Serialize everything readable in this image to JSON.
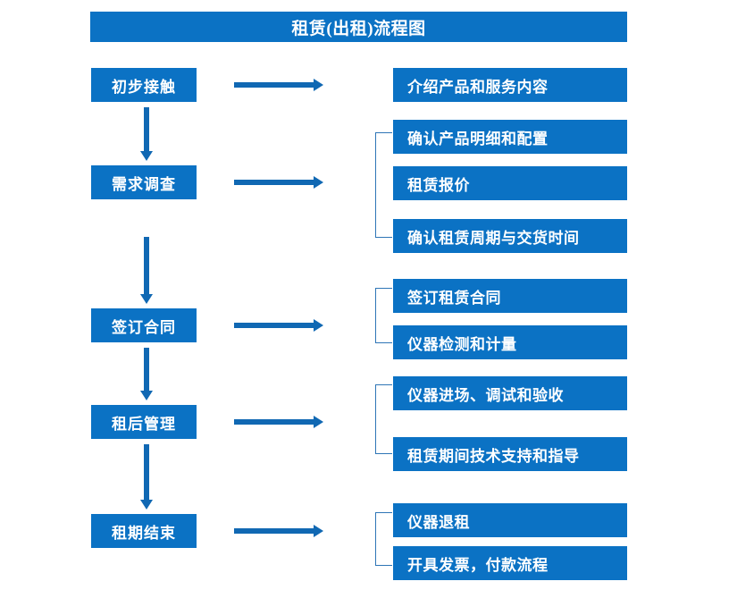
{
  "header": {
    "title": "租赁(出租)流程图"
  },
  "colors": {
    "box_blue": "#0B72C4",
    "arrow_blue": "#1068B3",
    "bracket_blue": "#2E75B6",
    "text_white": "#FFFFFF",
    "background": "#FFFFFF"
  },
  "stages": [
    {
      "label": "初步接触"
    },
    {
      "label": "需求调查"
    },
    {
      "label": "签订合同"
    },
    {
      "label": "租后管理"
    },
    {
      "label": "租期结束"
    }
  ],
  "details": [
    {
      "label": "介绍产品和服务内容"
    },
    {
      "label": "确认产品明细和配置"
    },
    {
      "label": "租赁报价"
    },
    {
      "label": "确认租赁周期与交货时间"
    },
    {
      "label": "签订租赁合同"
    },
    {
      "label": "仪器检测和计量"
    },
    {
      "label": "仪器进场、调试和验收"
    },
    {
      "label": "租赁期间技术支持和指导"
    },
    {
      "label": "仪器退租"
    },
    {
      "label": "开具发票，付款流程"
    }
  ],
  "connectors": {
    "down_arrow_name": "down-arrow-icon",
    "right_arrow_name": "right-arrow-icon",
    "bracket_name": "group-bracket"
  }
}
